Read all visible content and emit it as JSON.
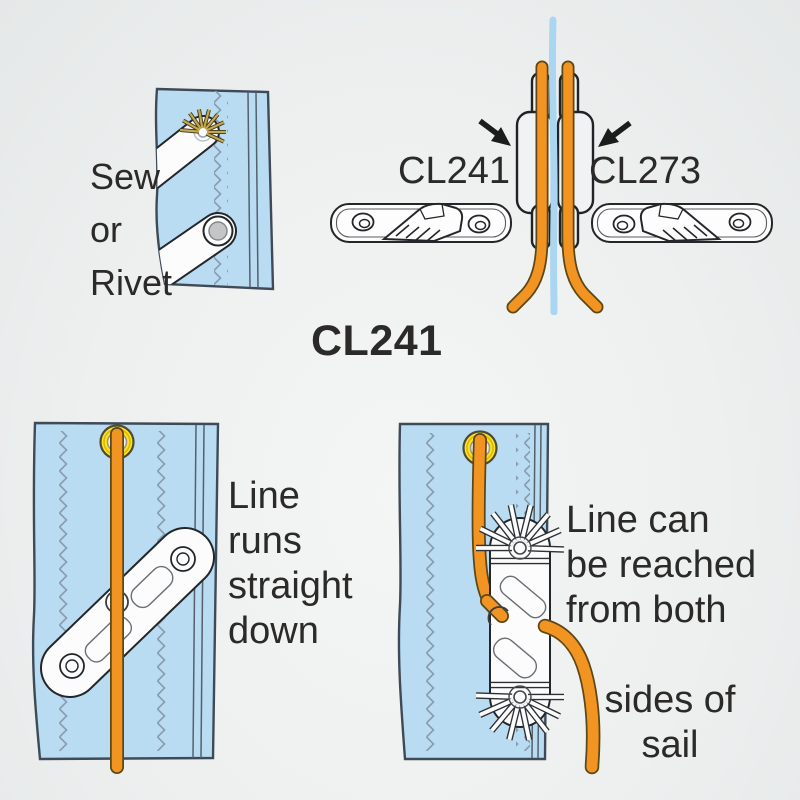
{
  "colors": {
    "background": "#eef0f0",
    "sail_blue": "#b9dcf2",
    "sail_edge_blue_line": "#aad6f1",
    "rope_orange": "#f29422",
    "rope_edge": "#5c4716",
    "grommet_yellow": "#ffe41c",
    "cleat_white": "#fcfcfd",
    "outline_dark": "#23262a",
    "stitch_zigzag": "#8a9cb0",
    "sew_thread_tan": "#c5a94e",
    "text": "#2b2a29"
  },
  "top_left_figure": {
    "caption": "Sew\nor\nRivet"
  },
  "top_right_figure": {
    "left_cleat_label": "CL241",
    "right_cleat_label": "CL273"
  },
  "section_title": "CL241",
  "bottom_left_figure": {
    "caption": "Line\nruns\nstraight\ndown"
  },
  "bottom_right_figure": {
    "caption_top": "Line can\nbe reached\nfrom both",
    "caption_bottom": "sides of\nsail"
  }
}
